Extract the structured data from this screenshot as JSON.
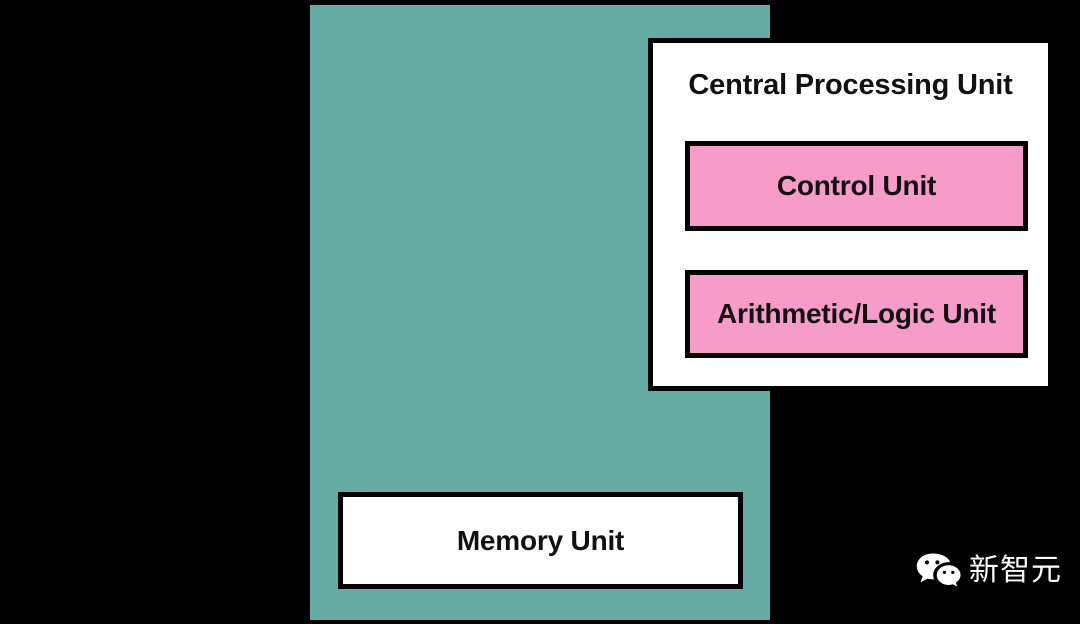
{
  "diagram": {
    "title": "Central Processing Unit",
    "outer_panel": {
      "name": "teal-background-panel",
      "color": "#65AAA3"
    },
    "cpu": {
      "label": "Central Processing Unit",
      "fill": "#FFFFFF",
      "stroke": "#000000",
      "units": [
        {
          "label": "Control Unit",
          "fill": "#F79BC8",
          "stroke": "#000000"
        },
        {
          "label": "Arithmetic/Logic Unit",
          "fill": "#F79BC8",
          "stroke": "#000000"
        }
      ]
    },
    "memory": {
      "label": "Memory Unit",
      "fill": "#FFFFFF",
      "stroke": "#000000"
    },
    "connectors": [
      {
        "name": "cpu-to-memory-arrow",
        "direction": "down",
        "from": "Central Processing Unit",
        "to": "Memory Unit"
      },
      {
        "name": "memory-to-cpu-arrow",
        "direction": "up",
        "from": "Memory Unit",
        "to": "Central Processing Unit"
      }
    ]
  },
  "watermark": {
    "icon": "wechat-icon",
    "text": "新智元",
    "color": "#FFFFFF"
  }
}
